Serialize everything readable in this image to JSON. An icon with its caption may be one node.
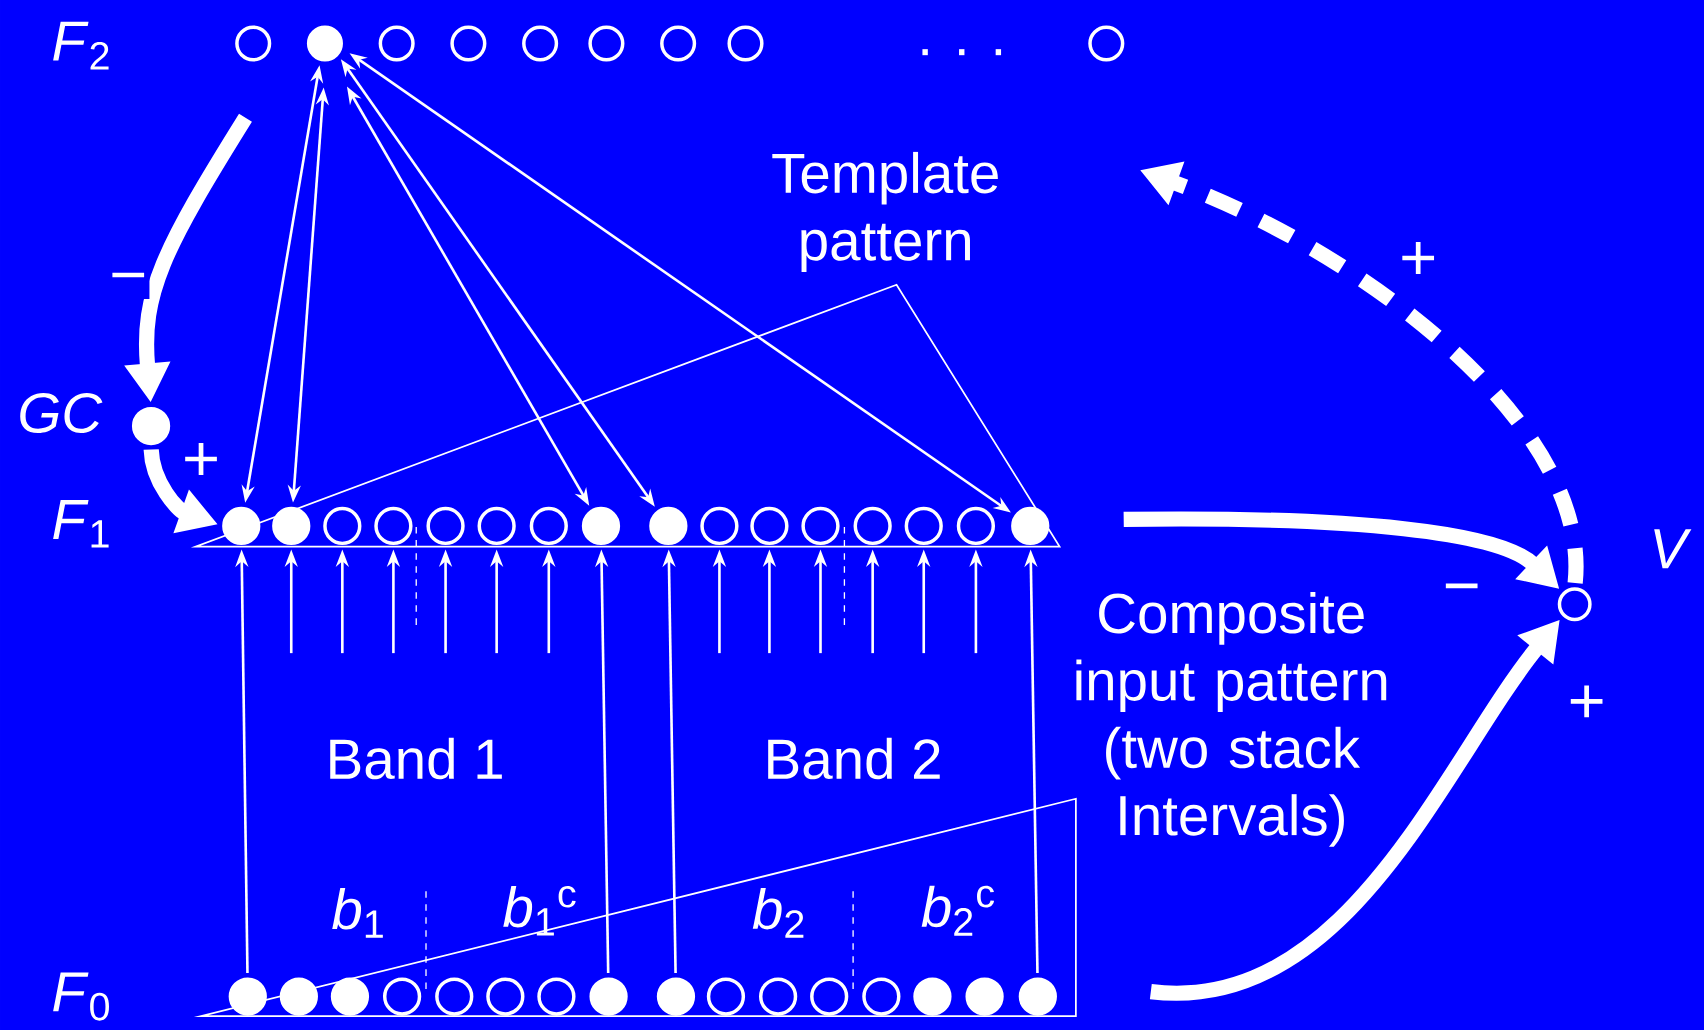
{
  "diagram": {
    "nodes": [
      {
        "text": [],
        "shape": "circle"
      },
      {
        "text": [],
        "shape": "circle"
      },
      {
        "text": [],
        "shape": "circle"
      },
      {
        "text": [],
        "shape": "circle"
      },
      {
        "text": [],
        "shape": "circle"
      },
      {
        "text": [],
        "shape": "circle"
      },
      {
        "text": [],
        "shape": "circle"
      },
      {
        "text": [],
        "shape": "circle"
      },
      {
        "text": [],
        "shape": "circle"
      },
      {
        "text": [],
        "shape": "circle",
        "beside": [
          "GC"
        ]
      },
      {
        "text": [],
        "shape": "circle"
      },
      {
        "text": [],
        "shape": "circle"
      },
      {
        "text": [],
        "shape": "circle"
      },
      {
        "text": [],
        "shape": "circle"
      },
      {
        "text": [],
        "shape": "circle"
      },
      {
        "text": [],
        "shape": "circle"
      },
      {
        "text": [],
        "shape": "circle"
      },
      {
        "text": [],
        "shape": "circle"
      },
      {
        "text": [],
        "shape": "circle"
      },
      {
        "text": [],
        "shape": "circle"
      },
      {
        "text": [],
        "shape": "circle"
      },
      {
        "text": [],
        "shape": "circle"
      },
      {
        "text": [],
        "shape": "circle"
      },
      {
        "text": [],
        "shape": "circle"
      },
      {
        "text": [],
        "shape": "circle"
      },
      {
        "text": [],
        "shape": "circle"
      },
      {
        "text": [],
        "shape": "circle",
        "beside": [
          "V"
        ]
      },
      {
        "text": [],
        "shape": "circle"
      },
      {
        "text": [],
        "shape": "circle"
      },
      {
        "text": [],
        "shape": "circle"
      },
      {
        "text": [],
        "shape": "circle"
      },
      {
        "text": [],
        "shape": "circle"
      },
      {
        "text": [],
        "shape": "circle"
      },
      {
        "text": [],
        "shape": "circle"
      },
      {
        "text": [],
        "shape": "circle"
      },
      {
        "text": [],
        "shape": "circle"
      },
      {
        "text": [],
        "shape": "circle"
      },
      {
        "text": [],
        "shape": "circle"
      },
      {
        "text": [],
        "shape": "circle"
      },
      {
        "text": [],
        "shape": "circle"
      },
      {
        "text": [],
        "shape": "circle"
      },
      {
        "text": [],
        "shape": "circle"
      },
      {
        "text": [],
        "shape": "circle"
      }
    ],
    "edges": [
      {
        "from": 1,
        "to": 10,
        "arrow": "both"
      },
      {
        "from": 1,
        "to": 11,
        "arrow": "both"
      },
      {
        "from": 1,
        "to": 17,
        "arrow": "both"
      },
      {
        "from": 1,
        "to": 18,
        "arrow": "both"
      },
      {
        "from": 1,
        "to": 25,
        "arrow": "both"
      },
      {
        "from": 27,
        "to": 10,
        "arrow": "to"
      },
      {
        "from": 34,
        "to": 17,
        "arrow": "to"
      },
      {
        "from": 35,
        "to": 18,
        "arrow": "to"
      },
      {
        "from": 42,
        "to": 25,
        "arrow": "to"
      },
      {
        "from": null,
        "to": 11,
        "arrow": "to"
      },
      {
        "from": null,
        "to": 12,
        "arrow": "to"
      },
      {
        "from": null,
        "to": 13,
        "arrow": "to"
      },
      {
        "from": null,
        "to": 14,
        "arrow": "to"
      },
      {
        "from": null,
        "to": 15,
        "arrow": "to"
      },
      {
        "from": null,
        "to": 16,
        "arrow": "to"
      },
      {
        "from": null,
        "to": 19,
        "arrow": "to"
      },
      {
        "from": null,
        "to": 20,
        "arrow": "to"
      },
      {
        "from": null,
        "to": 21,
        "arrow": "to"
      },
      {
        "from": null,
        "to": 22,
        "arrow": "to"
      },
      {
        "from": null,
        "to": 23,
        "arrow": "to"
      },
      {
        "from": null,
        "to": 24,
        "arrow": "to"
      },
      {
        "from": null,
        "to": 9,
        "arrow": "to",
        "label": "−",
        "style": "thick"
      },
      {
        "from": 9,
        "to": 10,
        "arrow": "to",
        "label": "+",
        "style": "thick"
      },
      {
        "from": null,
        "to": 26,
        "arrow": "to",
        "label": "−",
        "style": "thick"
      },
      {
        "from": null,
        "to": 26,
        "arrow": "to",
        "label": "+",
        "style": "thick"
      },
      {
        "from": 26,
        "to": null,
        "arrow": "to",
        "label": "+",
        "style": "dashed"
      }
    ],
    "labels": [
      "*F*$_{2}$",
      ". . .",
      "Template pattern",
      "*F*$_{1}$",
      "Composite input pattern (two stack Intervals)",
      "Band 1",
      "Band 2",
      "*b*$_{1}$",
      "*b*$_{1}$$^{c}$",
      "*b*$_{2}$",
      "*b*$_{2}$$^{c}$",
      "*F*$_{0}$"
    ]
  }
}
